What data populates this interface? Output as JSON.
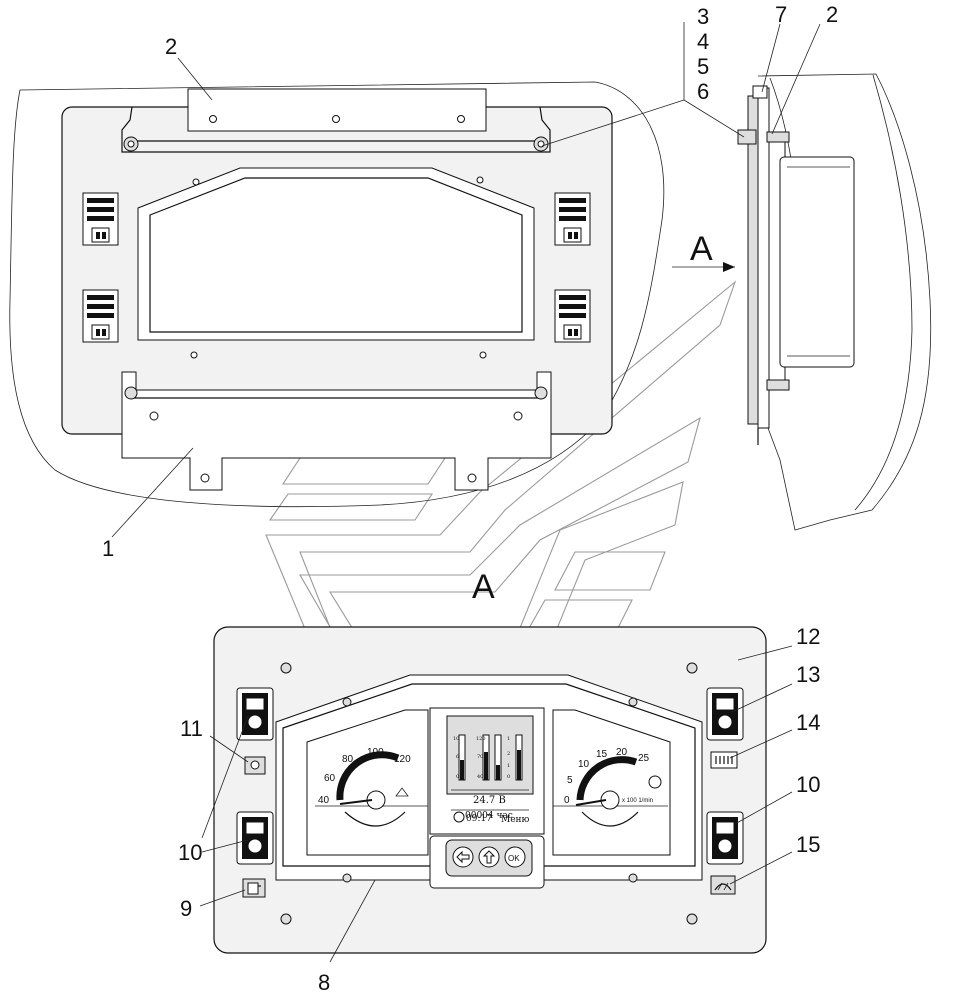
{
  "callouts": {
    "top": [
      "2",
      "1",
      "3",
      "4",
      "5",
      "6",
      "7",
      "2"
    ],
    "bottom": [
      "12",
      "13",
      "11",
      "14",
      "10",
      "10",
      "15",
      "9",
      "8"
    ]
  },
  "view_labels": {
    "arrow": "A",
    "view": "A"
  },
  "gauges": {
    "speedometer": [
      "40",
      "60",
      "80",
      "100",
      "120"
    ],
    "tachometer": [
      "0",
      "5",
      "10",
      "15",
      "20",
      "25"
    ],
    "tacho_unit": "x 100 1/min"
  },
  "display": {
    "voltage": "24.7 B",
    "hours": "00004 час",
    "clock": "09:17",
    "menu": "Меню",
    "bar_scales": [
      "10",
      "6",
      "0",
      "120",
      "70",
      "40",
      "1",
      "2",
      "1",
      "0"
    ],
    "button_ok": "OK"
  }
}
